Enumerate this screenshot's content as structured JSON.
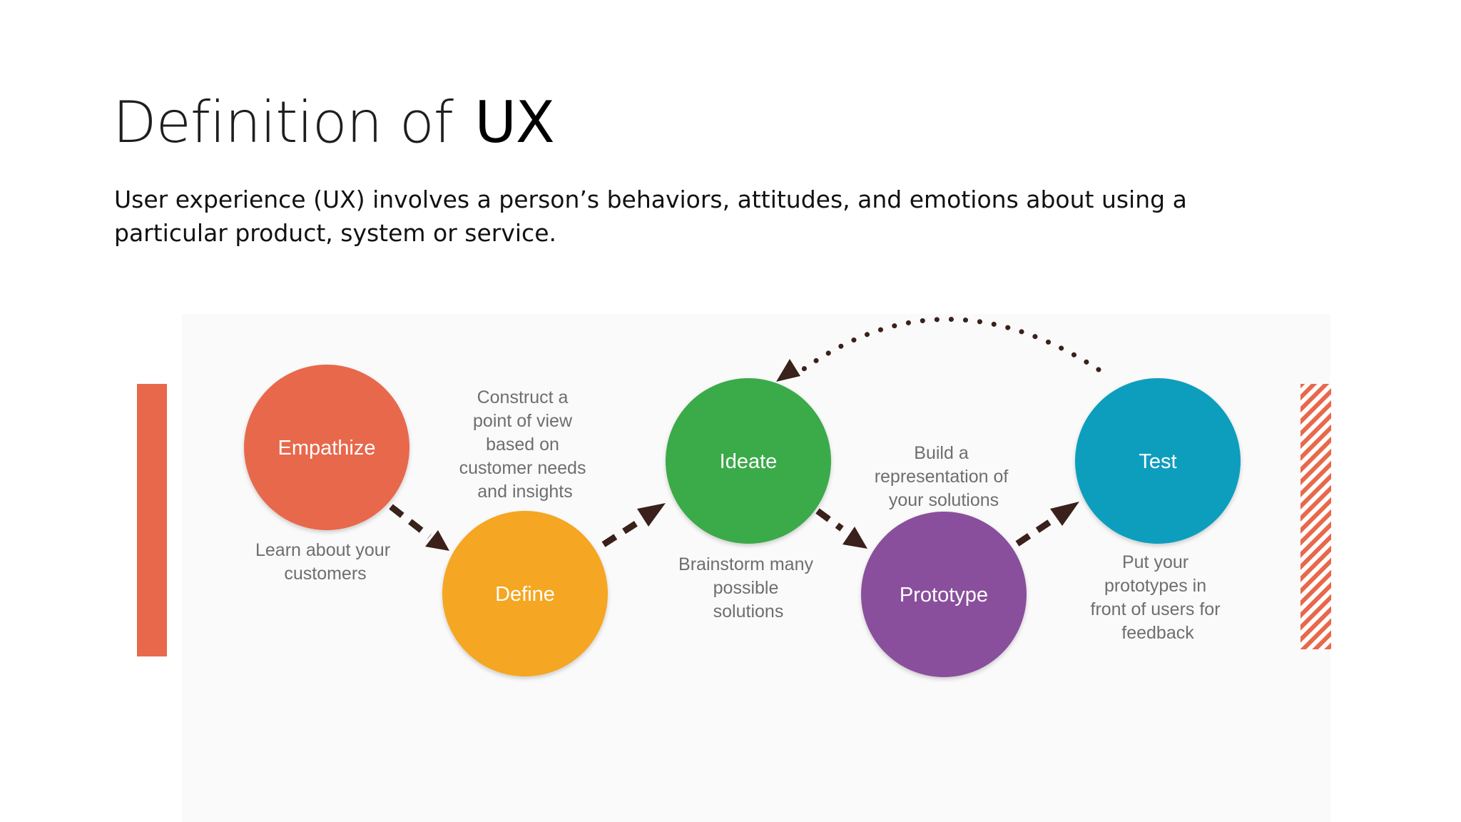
{
  "slide": {
    "title_prefix": "Definition of",
    "title_emphasis": "UX",
    "body": "User experience (UX) involves a person’s behaviors, attitudes, and emotions about using a particular product, system or service."
  },
  "diagram": {
    "stages": [
      {
        "id": "empathize",
        "label": "Empathize",
        "color": "#e8684b",
        "caption": [
          "Learn about your",
          "customers"
        ]
      },
      {
        "id": "define",
        "label": "Define",
        "color": "#f5a623",
        "caption": [
          "Construct a",
          "point of view",
          "based on",
          "customer needs",
          "and insights"
        ]
      },
      {
        "id": "ideate",
        "label": "Ideate",
        "color": "#3aaa49",
        "caption": [
          "Brainstorm many",
          "possible",
          "solutions"
        ]
      },
      {
        "id": "prototype",
        "label": "Prototype",
        "color": "#8a4f9c",
        "caption": [
          "Build a",
          "representation of",
          "your solutions"
        ]
      },
      {
        "id": "test",
        "label": "Test",
        "color": "#0e9ebd",
        "caption": [
          "Put your",
          "prototypes in",
          "front of users for",
          "feedback"
        ]
      }
    ],
    "colors": {
      "left_bar": "#e8684b",
      "right_bar_stripe": "#e8684b",
      "arrow": "#3b211b"
    }
  }
}
